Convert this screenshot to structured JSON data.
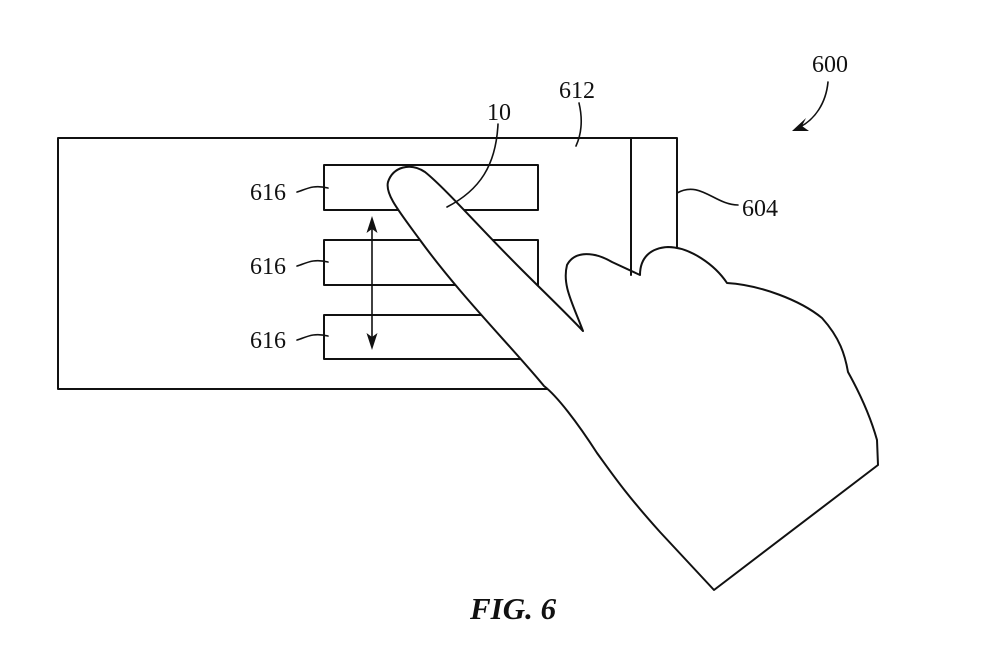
{
  "figure": {
    "caption": "FIG. 6",
    "line_color": "#111111",
    "background": "#ffffff",
    "reference_numerals": {
      "assembly": "600",
      "housing_edge": "604",
      "display_surface": "612",
      "finger": "10",
      "items": [
        "616",
        "616",
        "616"
      ]
    },
    "elements": [
      {
        "ref": "600",
        "description": "overall device / figure reference"
      },
      {
        "ref": "604",
        "description": "side edge region of device"
      },
      {
        "ref": "612",
        "description": "touch display surface"
      },
      {
        "ref": "10",
        "description": "user finger"
      },
      {
        "ref": "616",
        "description": "selectable list item (three stacked)"
      }
    ],
    "gesture": "vertical bidirectional scroll arrow between list items"
  }
}
